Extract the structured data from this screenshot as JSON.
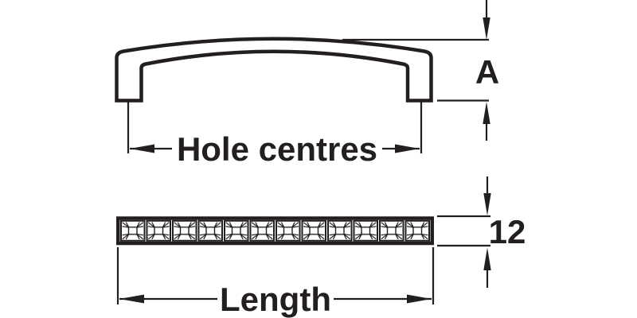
{
  "drawing": {
    "labels": {
      "dimension_a": "A",
      "hole_centres": "Hole centres",
      "thickness": "12",
      "length": "Length"
    },
    "colors": {
      "ink": "#231f20",
      "background": "#ffffff"
    }
  }
}
